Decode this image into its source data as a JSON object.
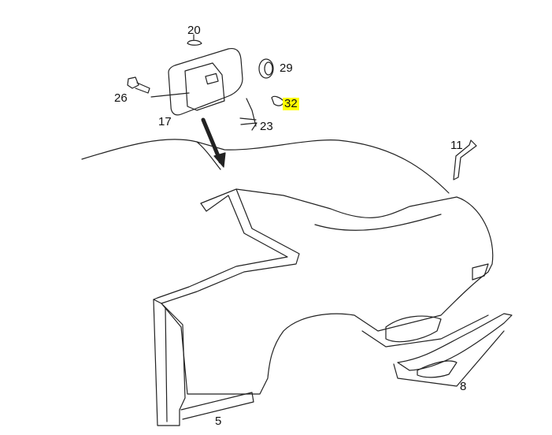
{
  "diagram": {
    "callouts": [
      {
        "id": "20",
        "label": "20",
        "highlighted": false
      },
      {
        "id": "29",
        "label": "29",
        "highlighted": false
      },
      {
        "id": "26",
        "label": "26",
        "highlighted": false
      },
      {
        "id": "32",
        "label": "32",
        "highlighted": true
      },
      {
        "id": "17",
        "label": "17",
        "highlighted": false
      },
      {
        "id": "23",
        "label": "23",
        "highlighted": false
      },
      {
        "id": "11",
        "label": "11",
        "highlighted": false
      },
      {
        "id": "5",
        "label": "5",
        "highlighted": false
      },
      {
        "id": "8",
        "label": "8",
        "highlighted": false
      }
    ],
    "highlight_color": "#ffff00",
    "line_color": "#222222"
  }
}
